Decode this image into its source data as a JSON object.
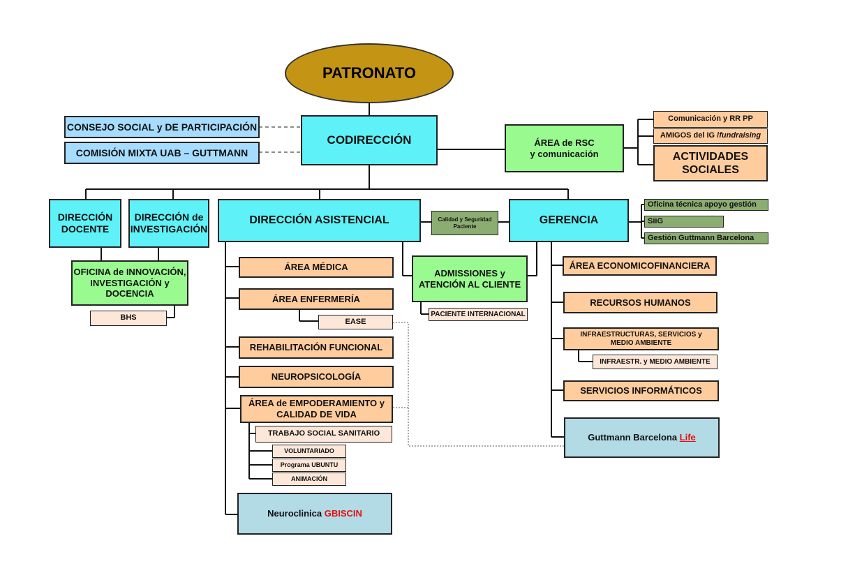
{
  "patronato": "PATRONATO",
  "codireccion": "CODIRECCIÓN",
  "consejo": "CONSEJO SOCIAL y DE PARTICIPACIÓN",
  "comision": "COMISIÓN MIXTA UAB – GUTTMANN",
  "rsc": {
    "line1": "ÁREA de RSC",
    "line2": "y comunicación"
  },
  "rsc_children": {
    "comunicacion": "Comunicación y RR PP",
    "amigos_prefix": "AMIGOS del IG / ",
    "amigos_suffix": "fundraising",
    "actividades_1": "ACTIVIDADES",
    "actividades_2": "SOCIALES"
  },
  "docente": {
    "line1": "DIRECCIÓN",
    "line2": "DOCENTE"
  },
  "investigacion": {
    "line1": "DIRECCIÓN de",
    "line2": "INVESTIGACIÓN"
  },
  "oficina": {
    "line1": "OFICINA de INNOVACIÓN,",
    "line2": "INVESTIGACIÓN y",
    "line3": "DOCENCIA"
  },
  "bhs": "BHS",
  "asistencial": "DIRECCIÓN ASISTENCIAL",
  "calidad": {
    "line1": "Calidad y Seguridad",
    "line2": "Paciente"
  },
  "gerencia": "GERENCIA",
  "gerencia_staff": {
    "oficina_tecnica": "Oficina técnica apoyo gestión",
    "siig": "SiiG",
    "gestion": "Gestión Guttmann Barcelona"
  },
  "asistencial_areas": {
    "medica": "ÁREA MÉDICA",
    "enfermeria": "ÁREA ENFERMERÍA",
    "ease": "EASE",
    "rehabilitacion": "REHABILITACIÓN  FUNCIONAL",
    "neuropsicologia": "NEUROPSICOLOGÍA",
    "empoderamiento_1": "ÁREA de EMPODERAMIENTO y",
    "empoderamiento_2": "CALIDAD DE VIDA",
    "trabajo_social": "TRABAJO SOCIAL SANITARIO",
    "voluntariado": "VOLUNTARIADO",
    "ubuntu": "Programa UBUNTU",
    "animacion": "ANIMACIÓN",
    "neuroclinica_prefix": "Neuroclinica ",
    "neuroclinica_suffix": "GBISCIN"
  },
  "admisiones": {
    "line1": "ADMISSIONES y",
    "line2": "ATENCIÓN AL CLIENTE"
  },
  "paciente_internacional": "PACIENTE INTERNACIONAL",
  "gerencia_areas": {
    "economico": "ÁREA  ECONOMICOFINANCIERA",
    "rrhh": "RECURSOS HUMANOS",
    "infra_1": "INFRAESTRUCTURAS, SERVICIOS y",
    "infra_2": "MEDIO AMBIENTE",
    "infraestr": "INFRAESTR. y MEDIO AMBIENTE",
    "informaticos": "SERVICIOS INFORMÁTICOS",
    "life_prefix": "Guttmann Barcelona ",
    "life_suffix": "Life"
  },
  "colors": {
    "patronato": "#c49415",
    "cyan": "#5ef2f8",
    "light_blue": "#a6dcff",
    "green": "#99fb8f",
    "peach": "#ffcc9e",
    "light_peach": "#fde7d8",
    "olive": "#8cad72",
    "steel_blue": "#b3dbe6",
    "red_text": "#e01010"
  }
}
